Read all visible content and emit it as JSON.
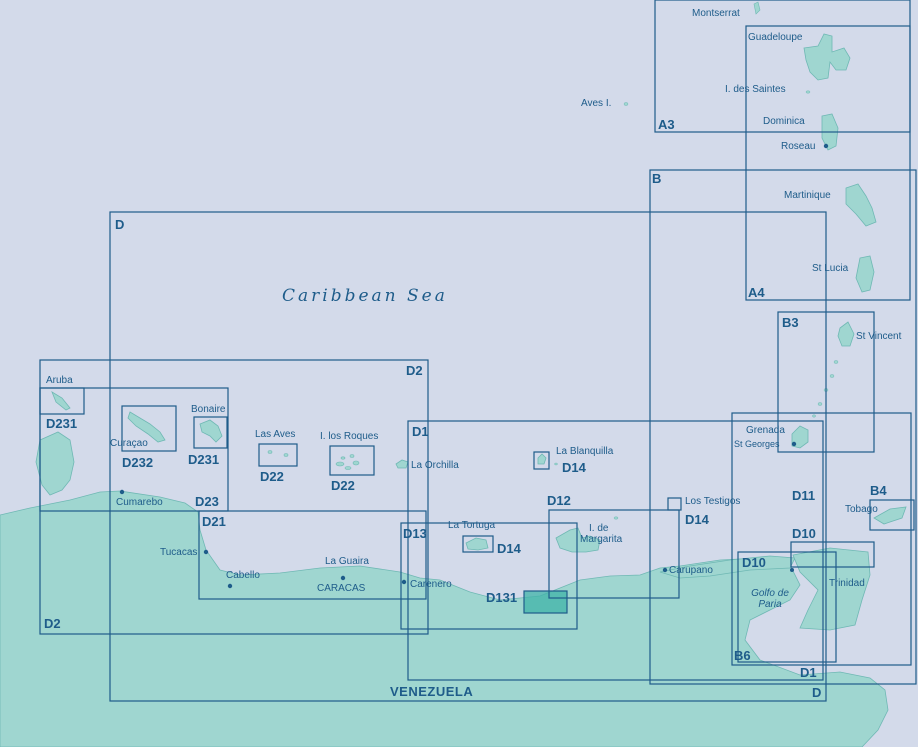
{
  "map": {
    "sea_label": "Caribbean Sea",
    "country_label": "VENEZUELA",
    "gulf_label_line1": "Golfo de",
    "gulf_label_line2": "Paria",
    "colors": {
      "sea": "#d3daea",
      "land": "#9fd6d0",
      "frame": "#1e5c8a",
      "text": "#1e5c8a",
      "highlight": "#3fb3a8"
    },
    "chart_codes": {
      "A3": "A3",
      "A4": "A4",
      "B": "B",
      "B3": "B3",
      "B4": "B4",
      "B6": "B6",
      "D": "D",
      "D_bottom": "D",
      "D1": "D1",
      "D1_bottom": "D1",
      "D2": "D2",
      "D2_bottom": "D2",
      "D10": "D10",
      "D10_b": "D10",
      "D11": "D11",
      "D12": "D12",
      "D13": "D13",
      "D14_blanquilla": "D14",
      "D14_tortuga": "D14",
      "D14_testigos": "D14",
      "D21": "D21",
      "D22_aves": "D22",
      "D22_roques": "D22",
      "D23": "D23",
      "D131": "D131",
      "D231_aruba": "D231",
      "D231_bonaire": "D231",
      "D232": "D232"
    },
    "places": {
      "montserrat": "Montserrat",
      "guadeloupe": "Guadeloupe",
      "des_saintes": "I. des Saintes",
      "aves": "Aves I.",
      "dominica": "Dominica",
      "roseau": "Roseau",
      "martinique": "Martinique",
      "st_lucia": "St Lucia",
      "st_vincent": "St Vincent",
      "grenada": "Grenada",
      "st_georges": "St Georges",
      "tobago": "Tobago",
      "trinidad": "Trinidad",
      "aruba": "Aruba",
      "curacao": "Curaçao",
      "bonaire": "Bonaire",
      "las_aves": "Las Aves",
      "los_roques": "I. los Roques",
      "la_orchilla": "La Orchilla",
      "la_blanquilla": "La Blanquilla",
      "la_tortuga": "La Tortuga",
      "margarita_1": "I. de",
      "margarita_2": "Margarita",
      "los_testigos": "Los Testigos",
      "carupano": "Carupano",
      "cumarebo": "Cumarebo",
      "tucacas": "Tucacas",
      "cabello": "Cabello",
      "la_guaira": "La Guaira",
      "caracas": "CARACAS",
      "carenero": "Carenero"
    }
  }
}
